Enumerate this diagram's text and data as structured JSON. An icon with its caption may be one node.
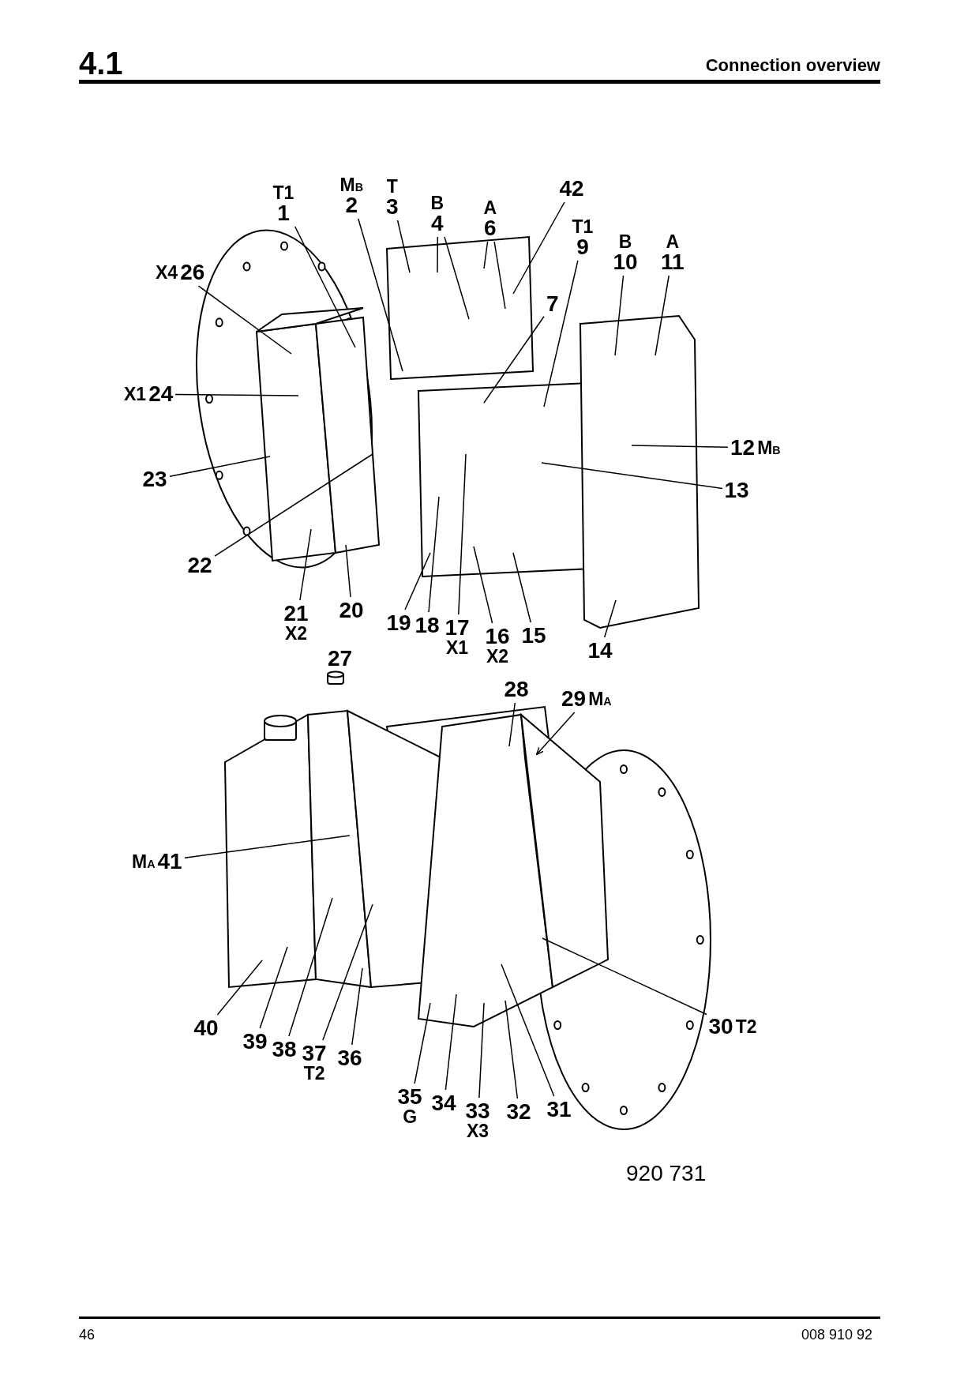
{
  "diagram": {
    "title": "Connection overview",
    "nodes": [
      {
        "text": [
          "T1",
          "1"
        ]
      },
      {
        "text": [
          "M$_{B}$",
          "2"
        ]
      },
      {
        "text": [
          "T",
          "3"
        ]
      },
      {
        "text": [
          "B",
          "4"
        ]
      },
      {
        "text": [
          "A",
          "6"
        ]
      },
      {
        "text": [
          "42"
        ]
      },
      {
        "text": [
          "T1",
          "9"
        ]
      },
      {
        "text": [
          "B",
          "10"
        ]
      },
      {
        "text": [
          "A",
          "11"
        ]
      },
      {
        "text": [
          "X4",
          "26"
        ]
      },
      {
        "text": [
          "7"
        ]
      },
      {
        "text": [
          "X1",
          "24"
        ]
      },
      {
        "text": [
          "12",
          "M$_{B}$"
        ]
      },
      {
        "text": [
          "23"
        ]
      },
      {
        "text": [
          "13"
        ]
      },
      {
        "text": [
          "22"
        ]
      },
      {
        "text": [
          "21",
          "X2"
        ]
      },
      {
        "text": [
          "20"
        ]
      },
      {
        "text": [
          "19"
        ]
      },
      {
        "text": [
          "18"
        ]
      },
      {
        "text": [
          "17",
          "X1"
        ]
      },
      {
        "text": [
          "16",
          "X2"
        ]
      },
      {
        "text": [
          "15"
        ]
      },
      {
        "text": [
          "14"
        ]
      },
      {
        "text": [
          "28"
        ]
      },
      {
        "text": [
          "29",
          "M$_{A}$"
        ]
      },
      {
        "text": [
          "M$_{A}$",
          "41"
        ]
      },
      {
        "text": [
          "30",
          "T2"
        ]
      },
      {
        "text": [
          "40"
        ]
      },
      {
        "text": [
          "39"
        ]
      },
      {
        "text": [
          "38"
        ]
      },
      {
        "text": [
          "37",
          "T2"
        ]
      },
      {
        "text": [
          "36"
        ]
      },
      {
        "text": [
          "35",
          "G"
        ]
      },
      {
        "text": [
          "34"
        ]
      },
      {
        "text": [
          "33",
          "X3"
        ]
      },
      {
        "text": [
          "32"
        ]
      },
      {
        "text": [
          "31"
        ]
      }
    ],
    "edges": [
      {
        "from": 0,
        "to": null,
        "arrow": "none"
      },
      {
        "from": 1,
        "to": null,
        "arrow": "none"
      },
      {
        "from": 2,
        "to": null,
        "arrow": "none"
      },
      {
        "from": 3,
        "to": null,
        "arrow": "none"
      },
      {
        "from": 3,
        "to": null,
        "arrow": "none"
      },
      {
        "from": 4,
        "to": null,
        "arrow": "none"
      },
      {
        "from": 4,
        "to": null,
        "arrow": "none"
      },
      {
        "from": 5,
        "to": null,
        "arrow": "none"
      },
      {
        "from": 6,
        "to": null,
        "arrow": "none"
      },
      {
        "from": 7,
        "to": null,
        "arrow": "none"
      },
      {
        "from": 8,
        "to": null,
        "arrow": "none"
      },
      {
        "from": 9,
        "to": null,
        "arrow": "none"
      },
      {
        "from": 10,
        "to": null,
        "arrow": "none"
      },
      {
        "from": 11,
        "to": null,
        "arrow": "none"
      },
      {
        "from": 12,
        "to": null,
        "arrow": "none"
      },
      {
        "from": 13,
        "to": null,
        "arrow": "none"
      },
      {
        "from": 14,
        "to": null,
        "arrow": "none"
      },
      {
        "from": 15,
        "to": null,
        "arrow": "none"
      },
      {
        "from": 16,
        "to": null,
        "arrow": "none"
      },
      {
        "from": 17,
        "to": null,
        "arrow": "none"
      },
      {
        "from": 18,
        "to": null,
        "arrow": "none"
      },
      {
        "from": 19,
        "to": null,
        "arrow": "none"
      },
      {
        "from": 20,
        "to": null,
        "arrow": "none"
      },
      {
        "from": 21,
        "to": null,
        "arrow": "none"
      },
      {
        "from": 22,
        "to": null,
        "arrow": "none"
      },
      {
        "from": 23,
        "to": null,
        "arrow": "none"
      },
      {
        "from": 24,
        "to": null,
        "arrow": "none"
      },
      {
        "from": 25,
        "to": null,
        "arrow": "to"
      },
      {
        "from": 26,
        "to": null,
        "arrow": "none"
      },
      {
        "from": 27,
        "to": null,
        "arrow": "none"
      },
      {
        "from": 28,
        "to": null,
        "arrow": "none"
      },
      {
        "from": 29,
        "to": null,
        "arrow": "none"
      },
      {
        "from": 30,
        "to": null,
        "arrow": "none"
      },
      {
        "from": 31,
        "to": null,
        "arrow": "none"
      },
      {
        "from": 32,
        "to": null,
        "arrow": "none"
      },
      {
        "from": 33,
        "to": null,
        "arrow": "none"
      },
      {
        "from": 34,
        "to": null,
        "arrow": "none"
      },
      {
        "from": 35,
        "to": null,
        "arrow": "none"
      },
      {
        "from": 36,
        "to": null,
        "arrow": "none"
      },
      {
        "from": 37,
        "to": null,
        "arrow": "none"
      }
    ],
    "labels": [
      "4.1",
      "27",
      "920 731",
      "46",
      "008 910 92"
    ]
  }
}
